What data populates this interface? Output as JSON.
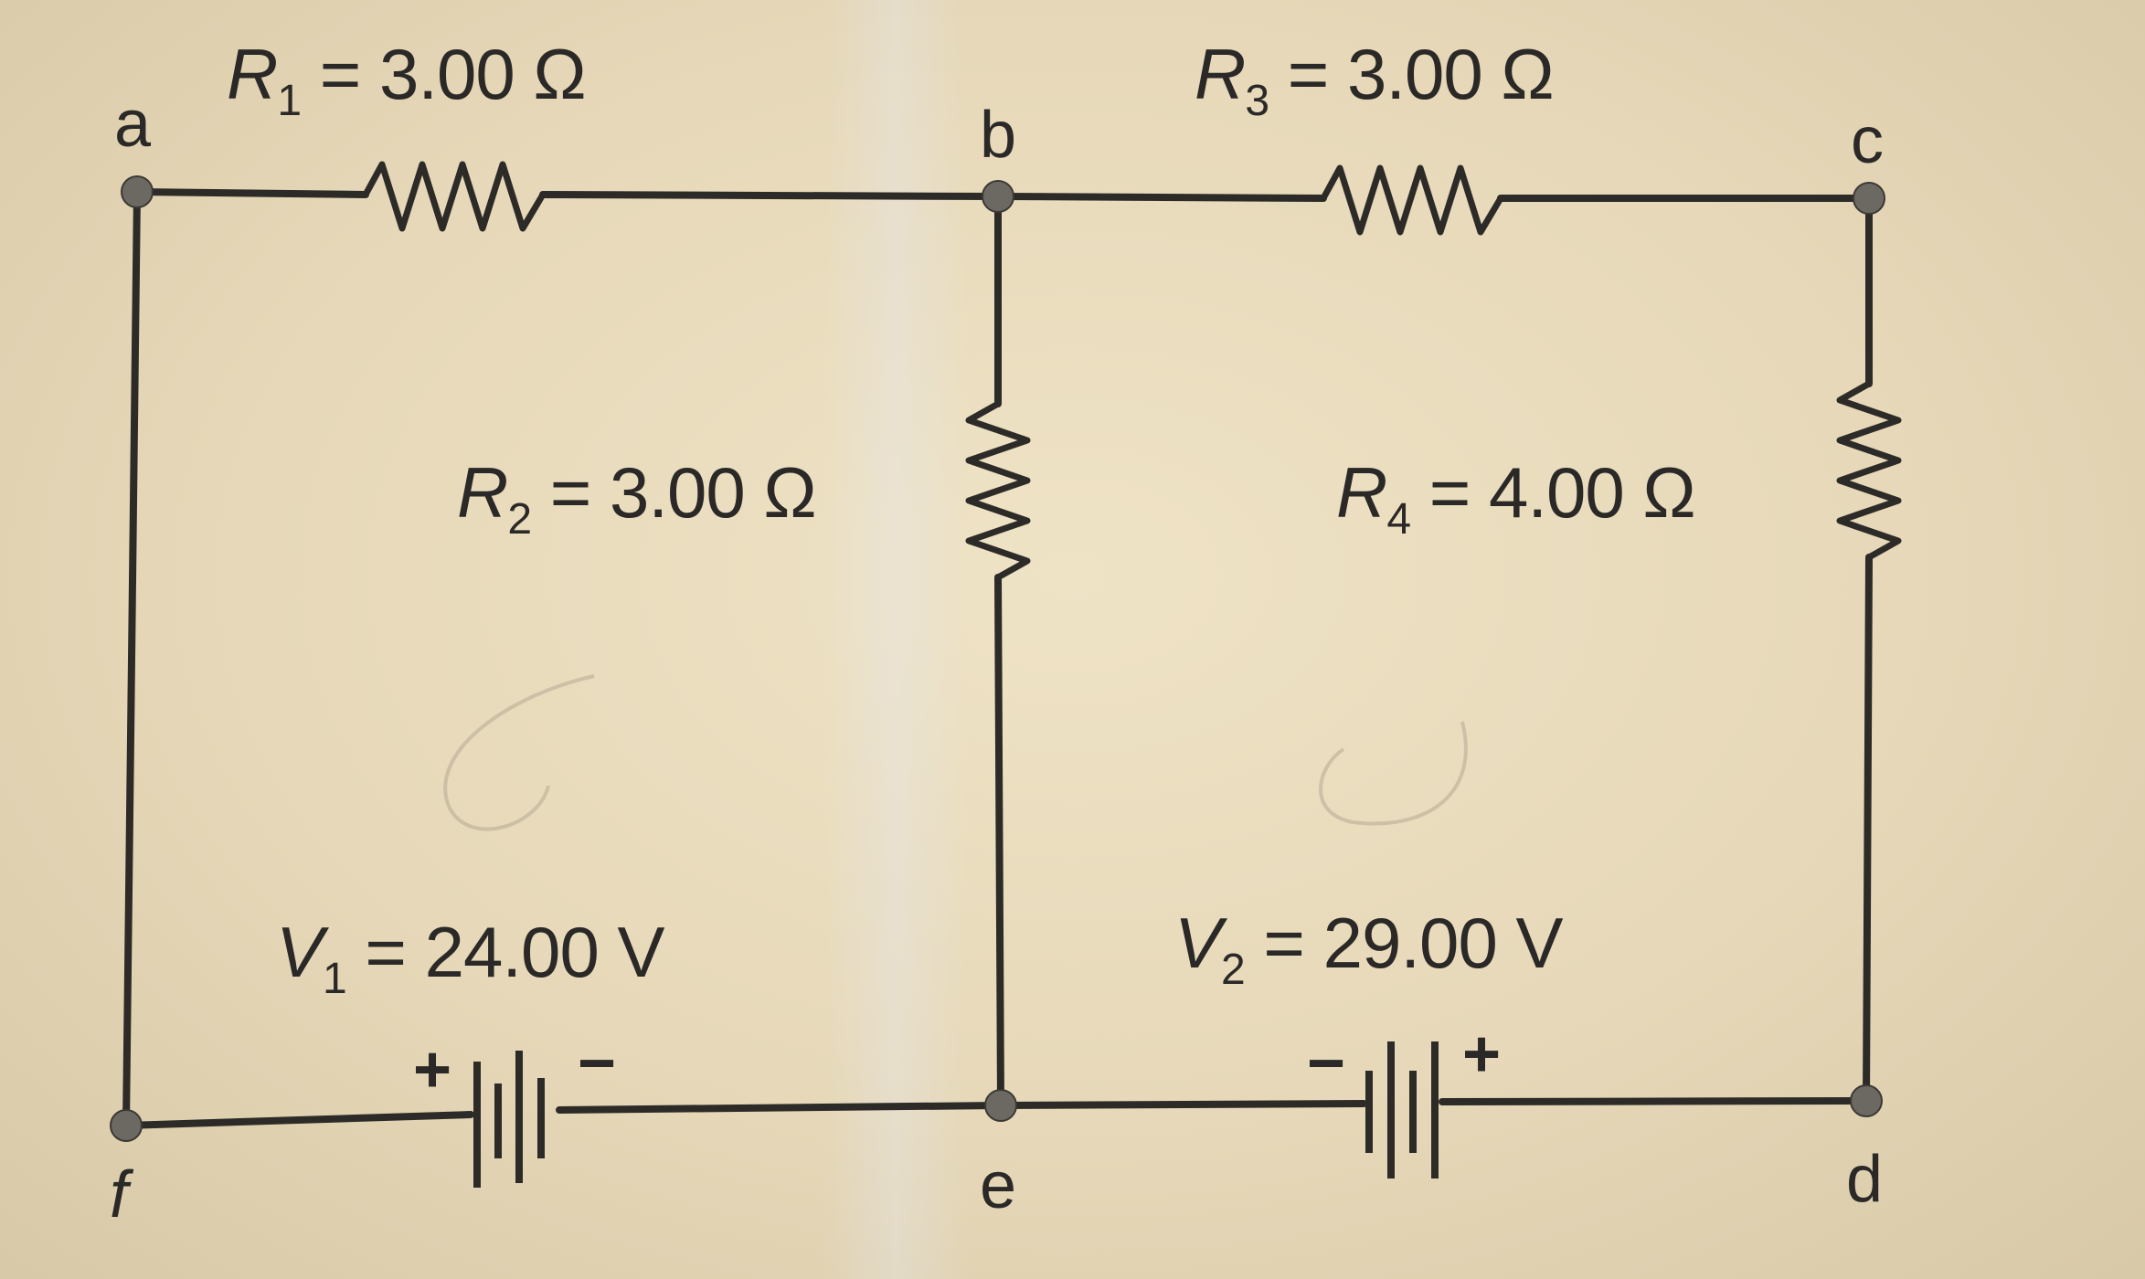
{
  "nodes": {
    "a": "a",
    "b": "b",
    "c": "c",
    "d": "d",
    "e": "e",
    "f": "f"
  },
  "resistors": {
    "r1": {
      "symbol": "R",
      "subscript": "1",
      "value": "= 3.00 Ω"
    },
    "r2": {
      "symbol": "R",
      "subscript": "2",
      "value": "= 3.00 Ω"
    },
    "r3": {
      "symbol": "R",
      "subscript": "3",
      "value": "= 3.00 Ω"
    },
    "r4": {
      "symbol": "R",
      "subscript": "4",
      "value": "= 4.00 Ω"
    }
  },
  "batteries": {
    "v1": {
      "symbol": "V",
      "subscript": "1",
      "value": "= 24.00 V",
      "left_terminal": "+",
      "right_terminal": "−"
    },
    "v2": {
      "symbol": "V",
      "subscript": "2",
      "value": "= 29.00 V",
      "left_terminal": "−",
      "right_terminal": "+"
    }
  }
}
